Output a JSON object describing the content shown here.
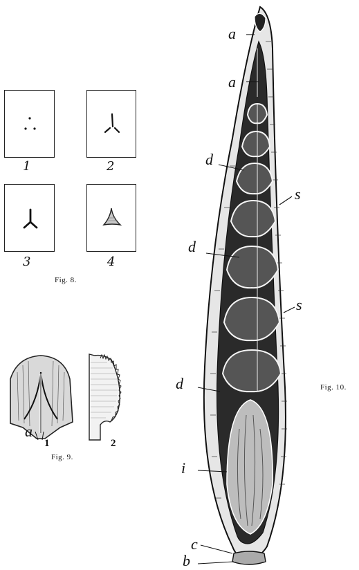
{
  "fig8": {
    "caption": "Fig. 8.",
    "panels": [
      {
        "number": "1"
      },
      {
        "number": "2"
      },
      {
        "number": "3"
      },
      {
        "number": "4"
      }
    ]
  },
  "fig9": {
    "caption": "Fig. 9.",
    "label_a": "a",
    "part1": "1",
    "part2": "2"
  },
  "fig10": {
    "caption": "Fig. 10.",
    "labels": {
      "a1": "a",
      "a2": "a",
      "d1": "d",
      "d2": "d",
      "d3": "d",
      "s1": "s",
      "s2": "s",
      "i": "i",
      "c": "c",
      "b": "b"
    }
  }
}
